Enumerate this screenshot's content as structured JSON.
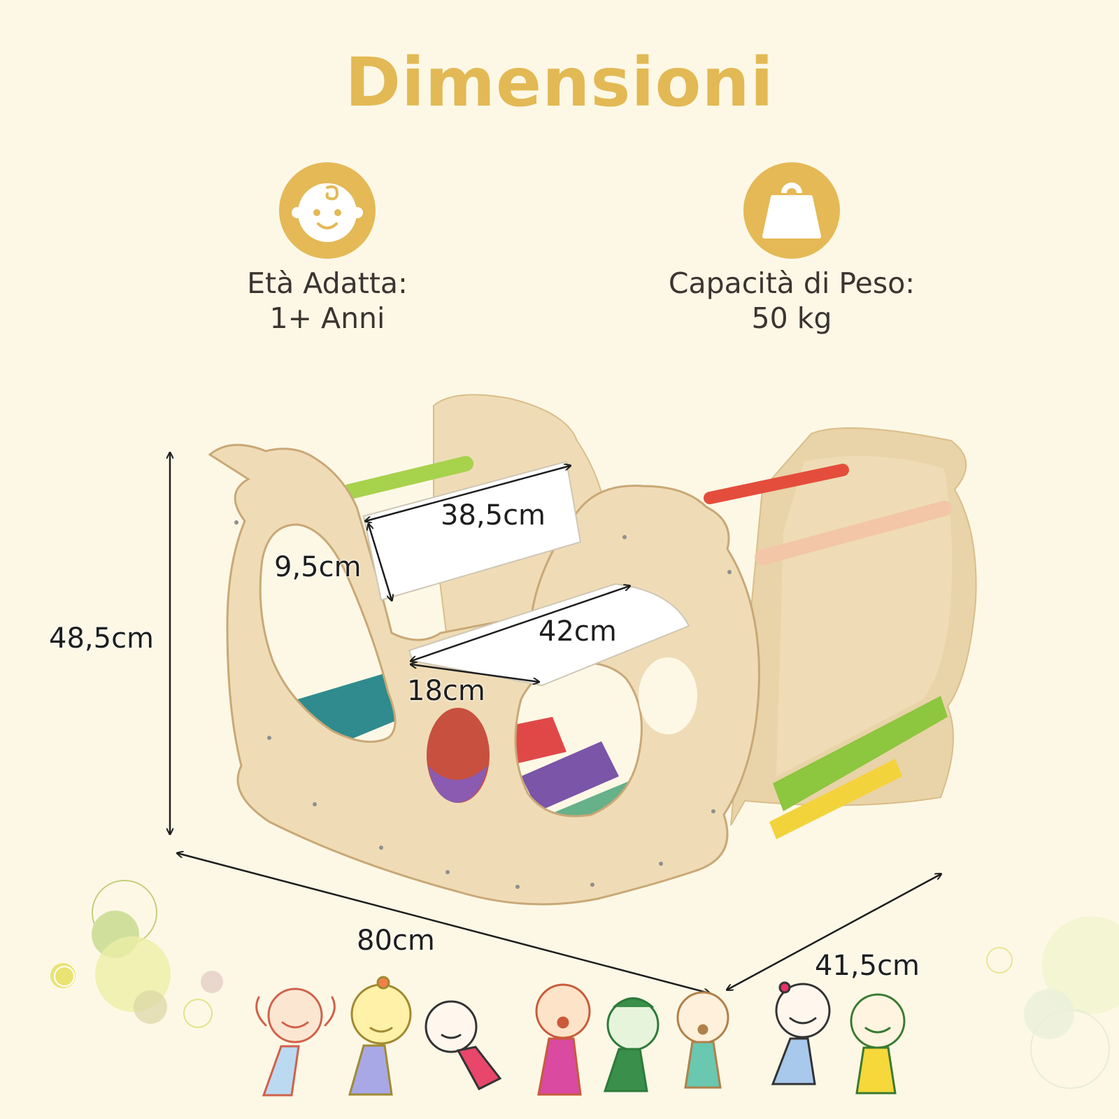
{
  "title": "Dimensioni",
  "features": [
    {
      "icon": "baby-face-icon",
      "label": "Età Adatta:",
      "value": "1+ Anni"
    },
    {
      "icon": "weight-icon",
      "label": "Capacità di Peso:",
      "value": "50 kg"
    }
  ],
  "dimensions": {
    "height": "48,5cm",
    "length": "80cm",
    "depth": "41,5cm",
    "backrest_width": "38,5cm",
    "backrest_height": "9,5cm",
    "seat_width": "42cm",
    "seat_depth": "18cm"
  },
  "colors": {
    "accent": "#e4b956",
    "background": "#fdf8e6",
    "wood": "#efdcb6"
  }
}
